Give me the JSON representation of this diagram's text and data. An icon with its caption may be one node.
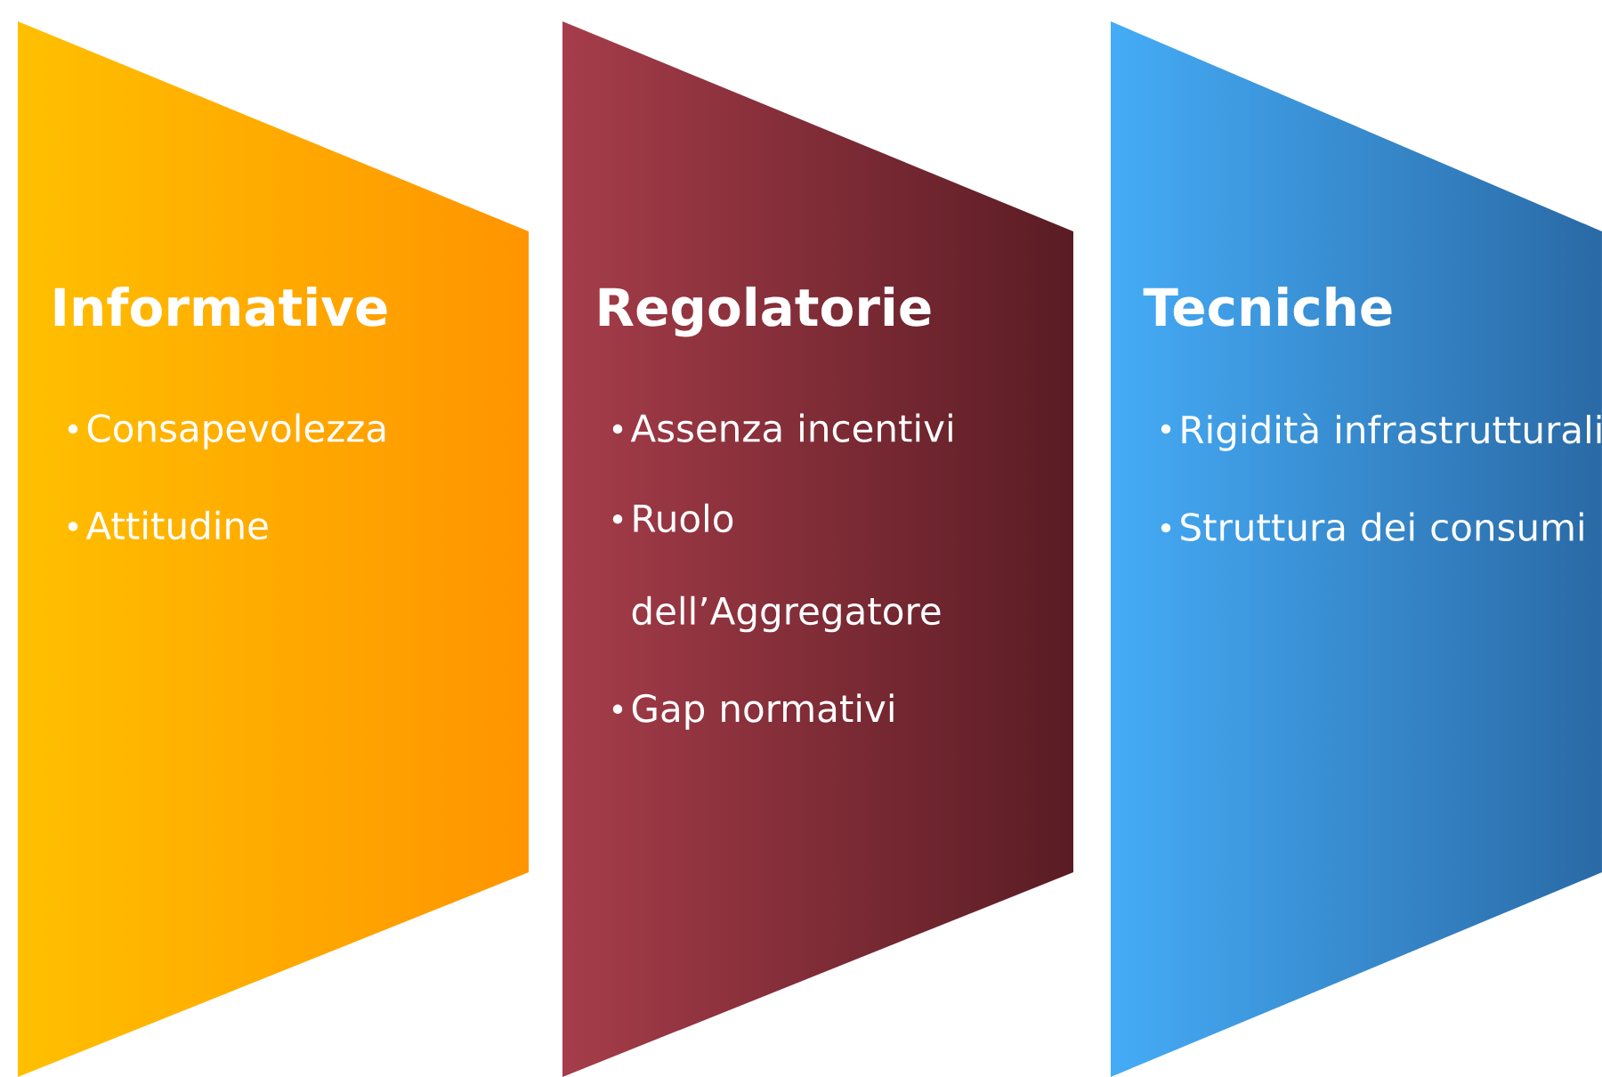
{
  "diagram": {
    "nodes": [
      {
        "text": [
          "Informative",
          "Consapevolezza",
          "Attitudine"
        ]
      },
      {
        "text": [
          "Regolatorie",
          "Assenza incentivi",
          "Ruolo dell’Aggregatore",
          "Gap normativi"
        ]
      },
      {
        "text": [
          "Tecniche",
          "Rigidità infrastrutturali",
          "Struttura dei consumi"
        ]
      }
    ]
  }
}
